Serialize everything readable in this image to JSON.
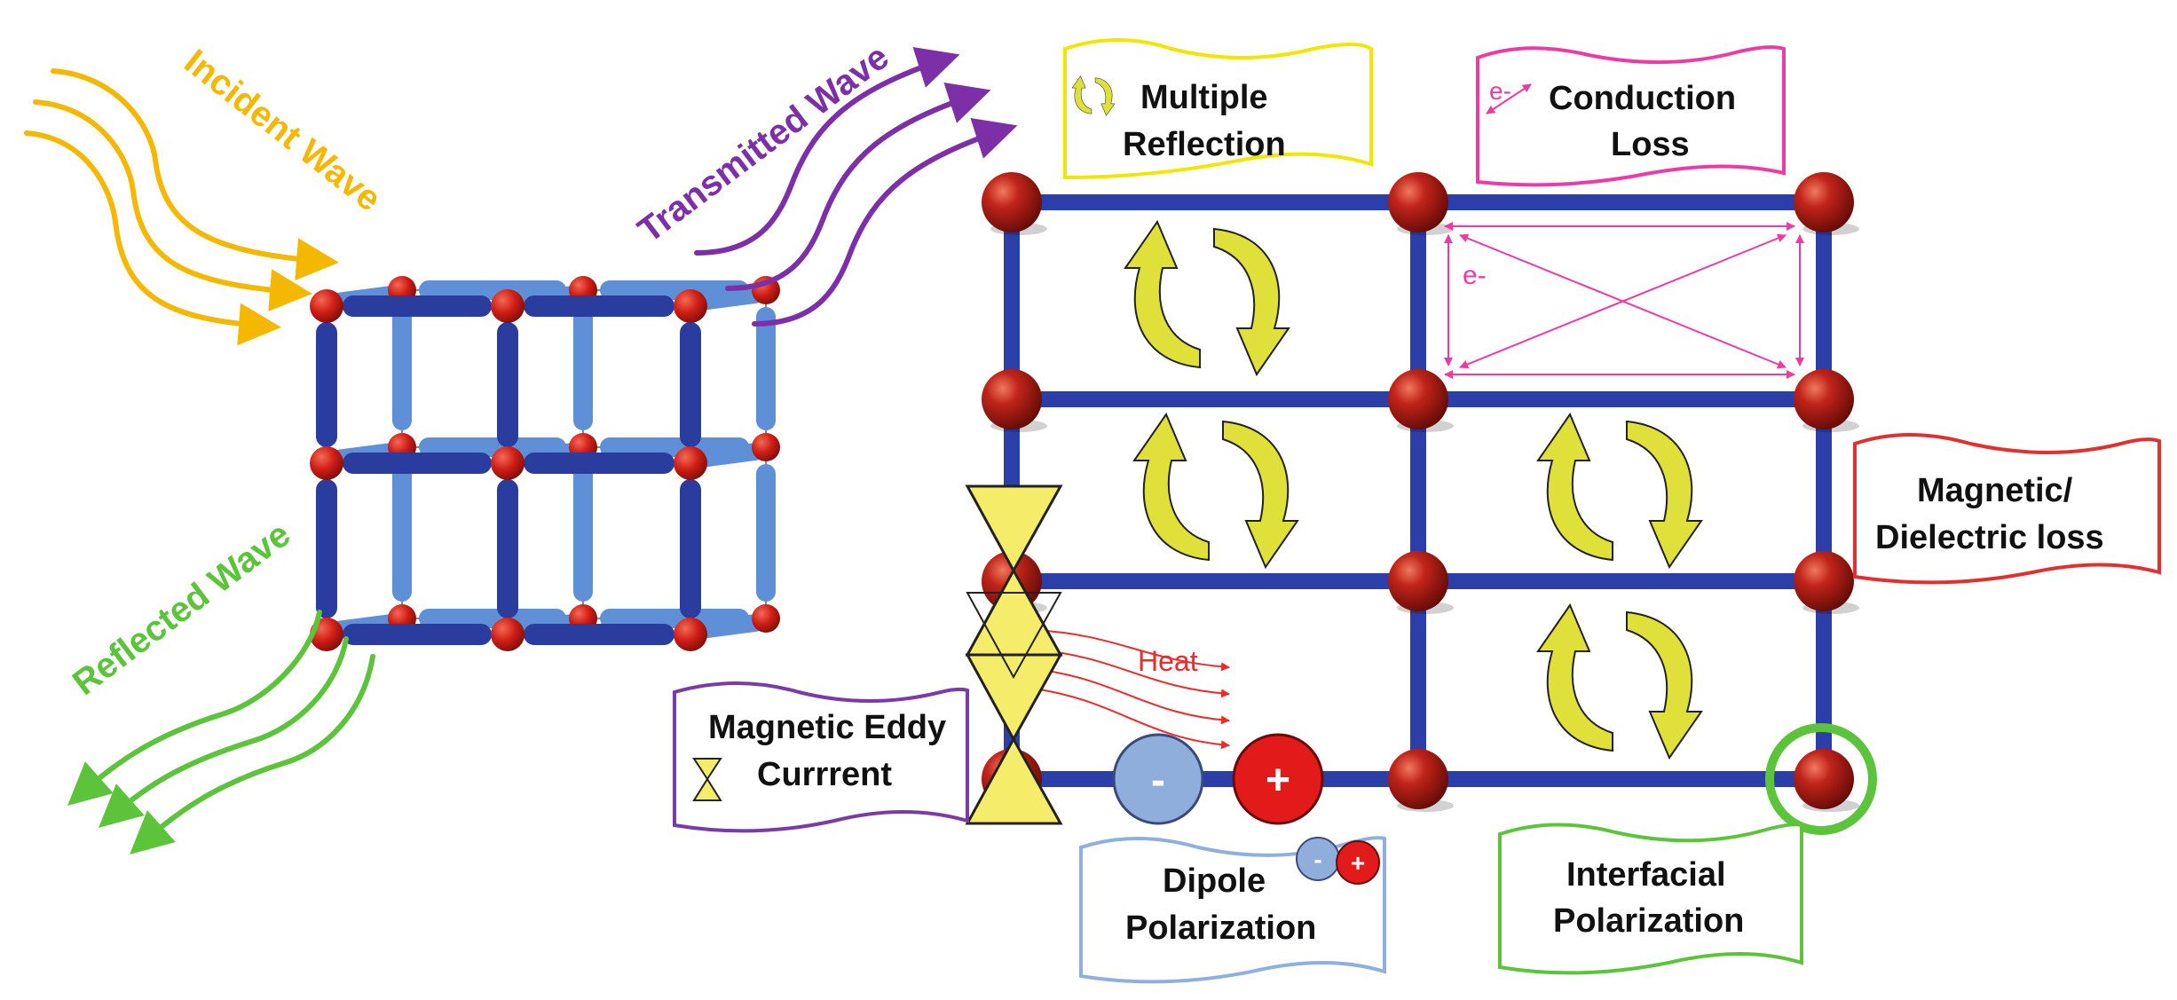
{
  "waves": {
    "incident": {
      "label": "Incident Wave",
      "color": "#f5b800"
    },
    "transmitted": {
      "label": "Transmitted Wave",
      "color": "#7d2fa8"
    },
    "reflected": {
      "label": "Reflected Wave",
      "color": "#5cc43a"
    }
  },
  "mechanisms": {
    "multiple_reflection": {
      "line1": "Multiple",
      "line2": "Reflection",
      "color": "#f2e600"
    },
    "conduction_loss": {
      "line1": "Conduction",
      "line2": "Loss",
      "color": "#ee3aa6",
      "electron": "e-"
    },
    "magnetic_dielectric": {
      "line1": "Magnetic/",
      "line2": "Dielectric loss",
      "color": "#e23030"
    },
    "eddy_current": {
      "line1": "Magnetic Eddy",
      "line2": "Currrent",
      "color": "#7a3aa8"
    },
    "dipole": {
      "line1": "Dipole",
      "line2": "Polarization",
      "color": "#8fb0dd",
      "minus": "-",
      "plus": "+"
    },
    "interfacial": {
      "line1": "Interfacial",
      "line2": "Polarization",
      "color": "#5cc43a"
    }
  },
  "grid_labels": {
    "heat": "Heat",
    "electron": "e-",
    "minus": "-",
    "plus": "+"
  },
  "colors": {
    "grid_bar": "#2c3fa8",
    "node": "#b3160d",
    "rod_dark": "#2a3c9e",
    "rod_light": "#5f8fd6",
    "heat": "#ee2a2a",
    "arrow_fill": "#e0e03a",
    "hourglass": "#f5ec6a"
  }
}
